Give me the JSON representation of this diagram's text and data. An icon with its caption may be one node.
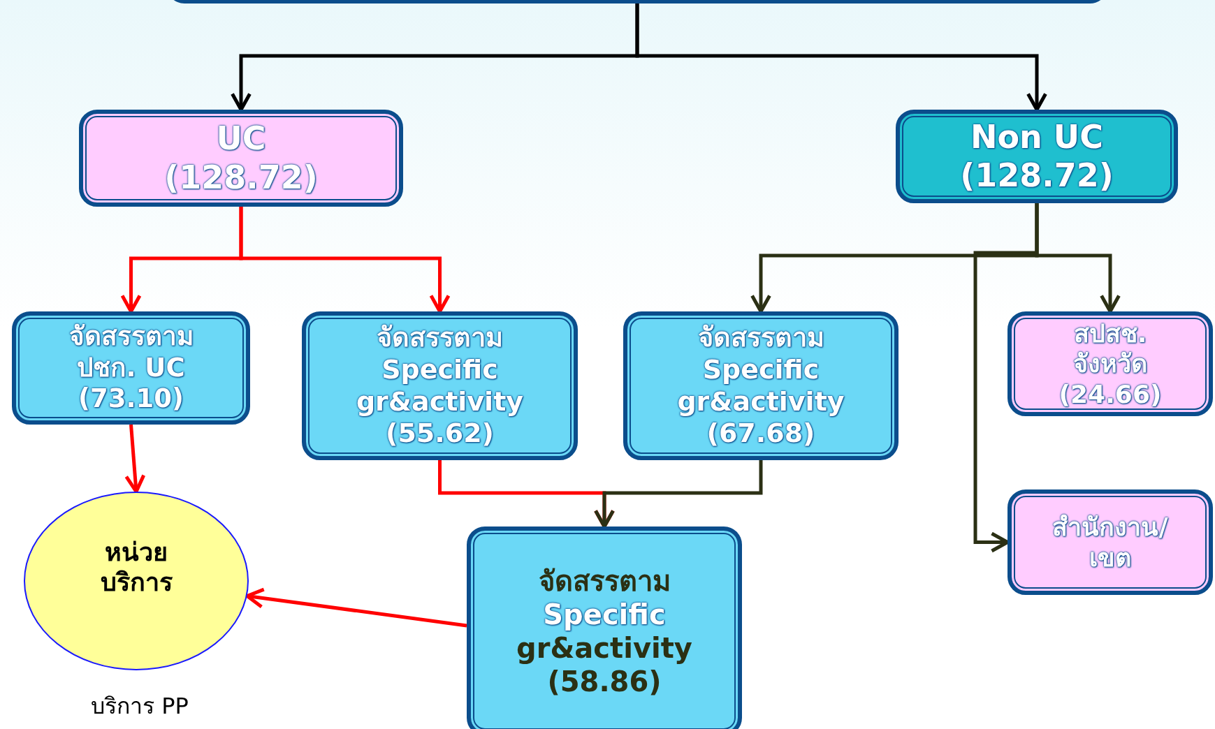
{
  "diagram": {
    "nodes": [
      {
        "text": [],
        "shape": "box"
      },
      {
        "text": [
          "UC",
          "(128.72)"
        ]
      },
      {
        "text": [
          "Non UC",
          "(128.72)"
        ]
      },
      {
        "text": [
          "จัดสรรตาม ปชก. UC",
          "(73.10)"
        ]
      },
      {
        "text": [
          "จัดสรรตาม Specific gr&activity",
          "(55.62)"
        ]
      },
      {
        "text": [
          "จัดสรรตาม Specific gr&activity",
          "(67.68)"
        ]
      },
      {
        "text": [
          "สปสช. จังหวัด",
          "(24.66)"
        ]
      },
      {
        "text": [
          "สำนักงาน/ เขต"
        ]
      },
      {
        "text": [
          "หน่วย บริการ"
        ],
        "beside": [
          "บริการ PP"
        ]
      },
      {
        "text": [
          "จัดสรรตาม",
          "Specific",
          "gr&activity (58.86)"
        ]
      }
    ],
    "edges": [
      {
        "from": 0,
        "to": 1,
        "arrow": "to",
        "color": "#000000"
      },
      {
        "from": 0,
        "to": 2,
        "arrow": "to",
        "color": "#000000"
      },
      {
        "from": 1,
        "to": 3,
        "arrow": "to"
      },
      {
        "from": 1,
        "to": 4,
        "arrow": "to"
      },
      {
        "from": 2,
        "to": 5,
        "arrow": "to",
        "color": "#2b3014"
      },
      {
        "from": 2,
        "to": 6,
        "arrow": "to",
        "color": "#2b3014"
      },
      {
        "from": 2,
        "to": 7,
        "arrow": "to",
        "color": "#2b3014"
      },
      {
        "from": 3,
        "to": 8,
        "arrow": "to"
      },
      {
        "from": 4,
        "to": 9,
        "arrow": "to"
      },
      {
        "from": 5,
        "to": 9,
        "arrow": "to",
        "color": "#2b3014"
      },
      {
        "from": 9,
        "to": 8,
        "arrow": "to"
      }
    ]
  }
}
